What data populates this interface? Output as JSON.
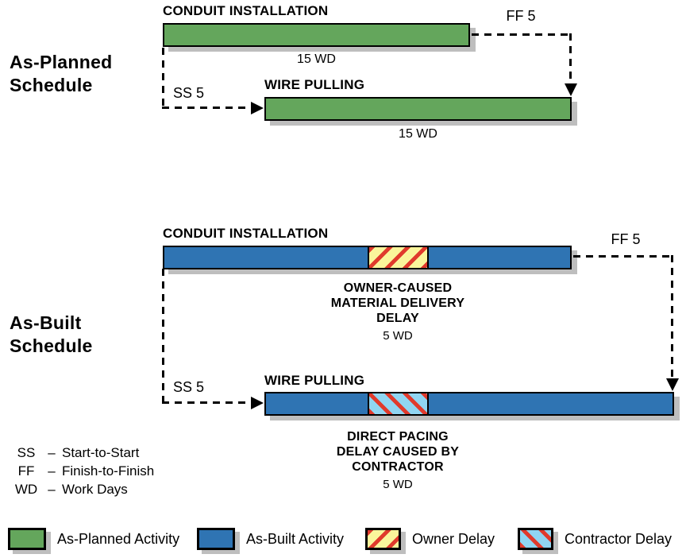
{
  "palette": {
    "as_planned_green": "#64A65C",
    "as_built_blue": "#2F74B3",
    "owner_delay_yellow": "#FAF59B",
    "contractor_delay_lightblue": "#90D5F2",
    "hatch_red": "#E03A2C",
    "shadow_gray": "#BEBEBE"
  },
  "as_planned": {
    "section_label_line1": "As-Planned",
    "section_label_line2": "Schedule",
    "conduit_title": "CONDUIT INSTALLATION",
    "conduit_duration": "15 WD",
    "wire_title": "WIRE PULLING",
    "wire_duration": "15 WD",
    "ff_label": "FF 5",
    "ss_label": "SS 5"
  },
  "as_built": {
    "section_label_line1": "As-Built",
    "section_label_line2": "Schedule",
    "conduit_title": "CONDUIT INSTALLATION",
    "wire_title": "WIRE PULLING",
    "ff_label": "FF 5",
    "ss_label": "SS 5",
    "owner_delay": {
      "line1": "OWNER-CAUSED",
      "line2": "MATERIAL DELIVERY",
      "line3": "DELAY",
      "duration": "5 WD"
    },
    "contractor_delay": {
      "line1": "DIRECT PACING",
      "line2": "DELAY CAUSED BY",
      "line3": "CONTRACTOR",
      "duration": "5 WD"
    }
  },
  "key": {
    "items": [
      {
        "abbr": "SS",
        "dash": "–",
        "definition": "Start-to-Start"
      },
      {
        "abbr": "FF",
        "dash": "–",
        "definition": "Finish-to-Finish"
      },
      {
        "abbr": "WD",
        "dash": "–",
        "definition": "Work Days"
      }
    ]
  },
  "legend": {
    "items": [
      {
        "label": "As-Planned Activity",
        "swatch": "as-planned-green"
      },
      {
        "label": "As-Built Activity",
        "swatch": "as-built-blue"
      },
      {
        "label": "Owner Delay",
        "swatch": "owner-delay-hatch"
      },
      {
        "label": "Contractor Delay",
        "swatch": "contractor-delay-hatch"
      }
    ]
  }
}
